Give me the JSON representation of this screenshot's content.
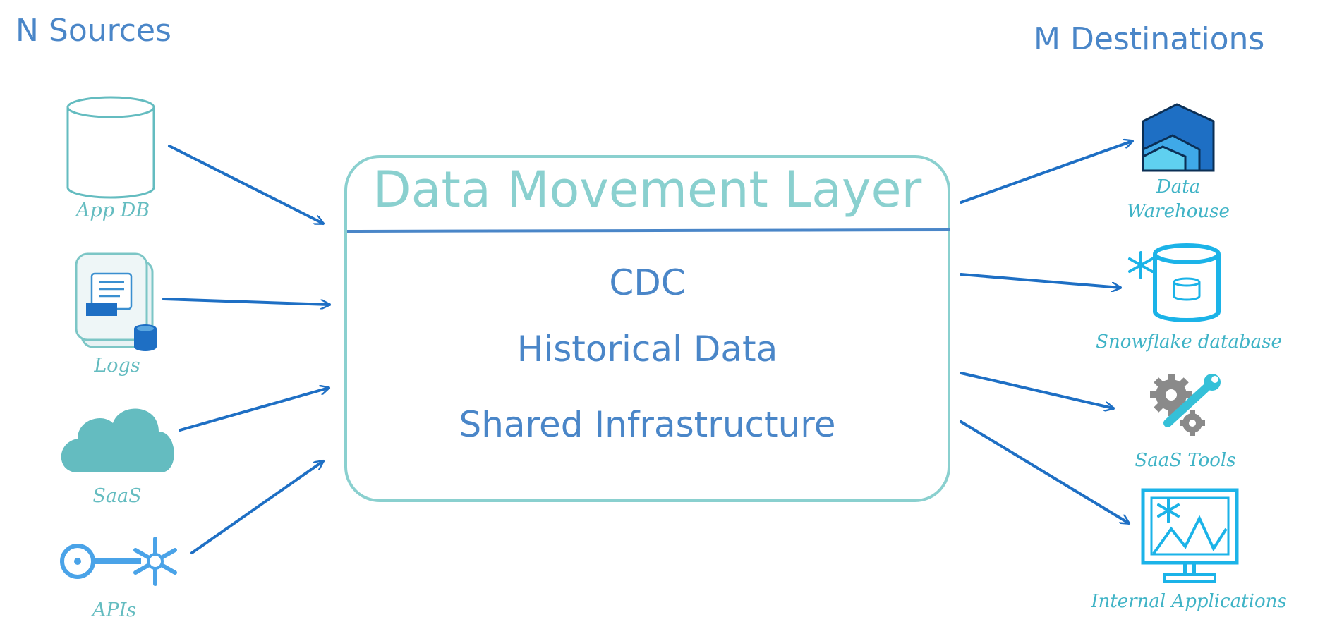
{
  "sources_title": "N Sources",
  "destinations_title": "M Destinations",
  "layer": {
    "title": "Data Movement Layer",
    "lines": [
      "CDC",
      "Historical Data",
      "Shared Infrastructure"
    ]
  },
  "sources": [
    {
      "label": "App DB",
      "icon": "database-cylinder-icon"
    },
    {
      "label": "Logs",
      "icon": "log-document-icon"
    },
    {
      "label": "SaaS",
      "icon": "cloud-icon"
    },
    {
      "label": "APIs",
      "icon": "api-connector-icon"
    }
  ],
  "destinations": [
    {
      "label_line1": "Data",
      "label_line2": "Warehouse",
      "icon": "warehouse-icon"
    },
    {
      "label": "Snowflake database",
      "icon": "snowflake-database-icon"
    },
    {
      "label": "SaaS Tools",
      "icon": "gear-wrench-icon"
    },
    {
      "label": "Internal Applications",
      "icon": "monitor-chart-icon"
    }
  ],
  "colors": {
    "arrow": "#1e6fc4",
    "teal": "#64bcc0",
    "box_border": "#8ad0cf",
    "divider": "#4a86c8",
    "text_blue": "#4a86c8",
    "cyan": "#1bb3e8"
  }
}
